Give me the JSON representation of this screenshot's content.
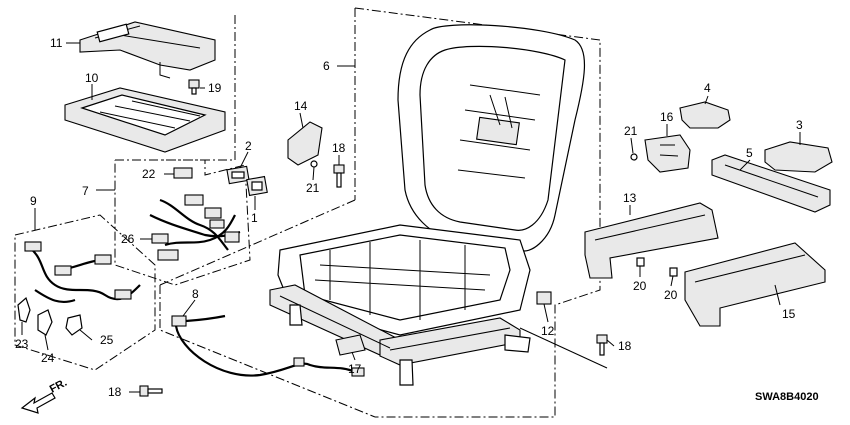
{
  "diagram": {
    "callouts": [
      {
        "id": "c1",
        "text": "1"
      },
      {
        "id": "c2",
        "text": "2"
      },
      {
        "id": "c3",
        "text": "3"
      },
      {
        "id": "c4",
        "text": "4"
      },
      {
        "id": "c5",
        "text": "5"
      },
      {
        "id": "c6",
        "text": "6"
      },
      {
        "id": "c7",
        "text": "7"
      },
      {
        "id": "c8",
        "text": "8"
      },
      {
        "id": "c9",
        "text": "9"
      },
      {
        "id": "c10",
        "text": "10"
      },
      {
        "id": "c11",
        "text": "11"
      },
      {
        "id": "c12",
        "text": "12"
      },
      {
        "id": "c13",
        "text": "13"
      },
      {
        "id": "c14",
        "text": "14"
      },
      {
        "id": "c15",
        "text": "15"
      },
      {
        "id": "c16",
        "text": "16"
      },
      {
        "id": "c17",
        "text": "17"
      },
      {
        "id": "c18a",
        "text": "18"
      },
      {
        "id": "c18b",
        "text": "18"
      },
      {
        "id": "c18c",
        "text": "18"
      },
      {
        "id": "c19",
        "text": "19"
      },
      {
        "id": "c20a",
        "text": "20"
      },
      {
        "id": "c20b",
        "text": "20"
      },
      {
        "id": "c21a",
        "text": "21"
      },
      {
        "id": "c21b",
        "text": "21"
      },
      {
        "id": "c22",
        "text": "22"
      },
      {
        "id": "c23",
        "text": "23"
      },
      {
        "id": "c24",
        "text": "24"
      },
      {
        "id": "c25",
        "text": "25"
      },
      {
        "id": "c26",
        "text": "26"
      }
    ],
    "direction_label": "FR.",
    "diagram_code": "SWA8B4020"
  }
}
